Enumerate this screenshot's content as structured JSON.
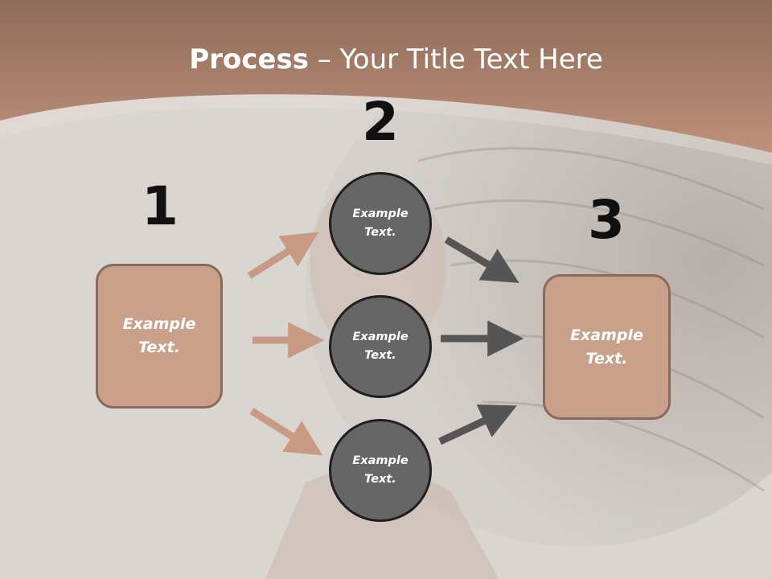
{
  "title": {
    "bold": "Process",
    "rest": " – Your Title Text Here"
  },
  "steps": [
    {
      "number": "1",
      "text": "Example Text."
    },
    {
      "number": "2",
      "text": "Example Text."
    },
    {
      "number": "3",
      "text": "Example Text."
    }
  ],
  "circles": [
    {
      "text": "Example Text."
    },
    {
      "text": "Example Text."
    },
    {
      "text": "Example Text."
    }
  ],
  "colors": {
    "header": "#b58a72",
    "box_fill": "#c9a08a",
    "box_border": "#8a6a5c",
    "circle_fill": "#666666",
    "arrow_left": "#c89a84",
    "arrow_right": "#555555"
  }
}
